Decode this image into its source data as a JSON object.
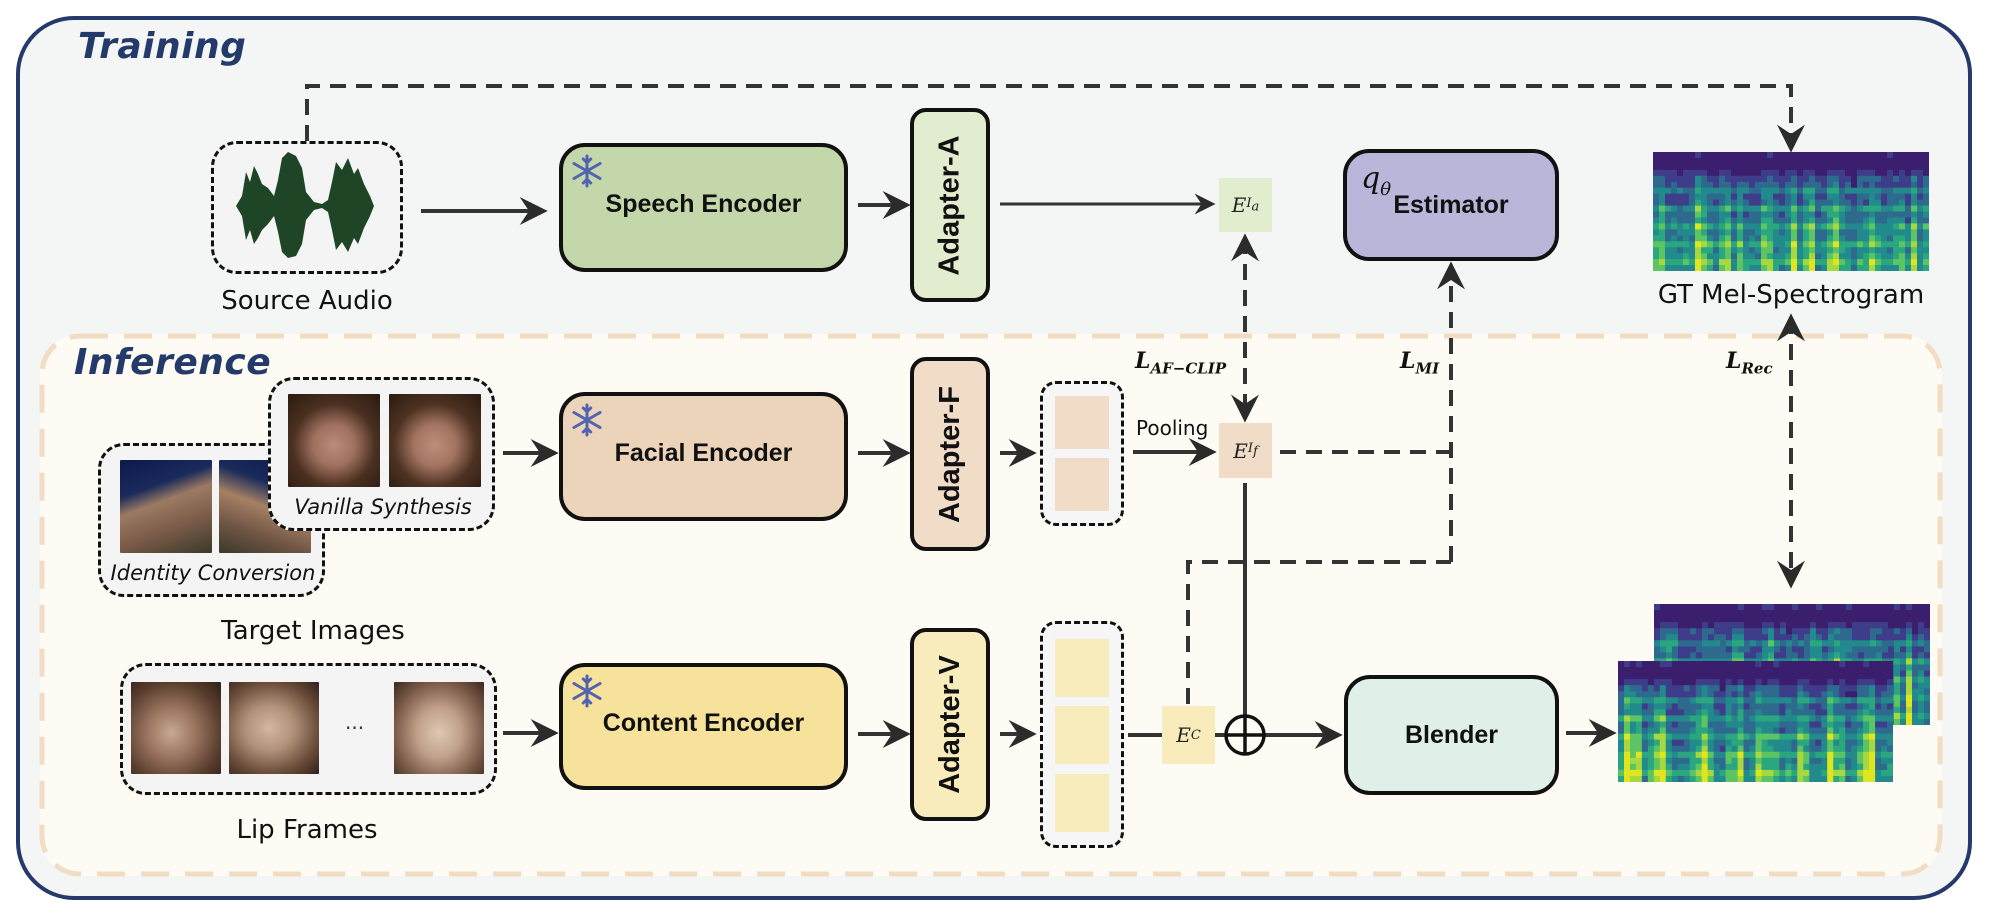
{
  "sections": {
    "training_title": "Training",
    "inference_title": "Inference"
  },
  "inputs": {
    "source_audio": "Source Audio",
    "target_images": "Target Images",
    "identity_conversion": "Identity Conversion",
    "vanilla_synthesis": "Vanilla Synthesis",
    "lip_frames": "Lip Frames",
    "lip_ellipsis": "..."
  },
  "encoders": {
    "speech": "Speech Encoder",
    "facial": "Facial Encoder",
    "content": "Content Encoder",
    "frozen_icon": "snowflake-icon"
  },
  "adapters": {
    "audio": "Adapter-A",
    "facial": "Adapter-F",
    "visual": "Adapter-V"
  },
  "features": {
    "audio_embed": {
      "base": "E",
      "sub": "I",
      "subsub": "a"
    },
    "facial_embed": {
      "base": "E",
      "sub": "I",
      "subsub": "f"
    },
    "content_embed": {
      "base": "E",
      "sub": "C"
    }
  },
  "modules": {
    "estimator": "Estimator",
    "estimator_symbol": "q",
    "estimator_symbol_sub": "θ",
    "blender": "Blender"
  },
  "labels": {
    "pooling": "Pooling",
    "gt_mel": "GT Mel-Spectrogram",
    "combine_op": "⊕"
  },
  "losses": {
    "af_clip": {
      "base": "L",
      "sub": "AF−CLIP"
    },
    "mi": {
      "base": "L",
      "sub": "MI"
    },
    "rec": {
      "base": "L",
      "sub": "Rec"
    }
  },
  "colors": {
    "outer_border": "#253a6b",
    "title": "#233a6b",
    "speech_fill": "#c3d7aa",
    "adapter_a_fill": "#e2ecce",
    "facial_fill": "#ecd4bb",
    "adapter_f_fill": "#f0dcc7",
    "content_fill": "#f6e29a",
    "adapter_v_fill": "#f8ecbc",
    "estimator_fill": "#b9b6da",
    "blender_fill": "#e1efe9",
    "inference_dash": "#f2dcc2",
    "snowflake": "#5363b0",
    "waveform": "#1e4526"
  }
}
